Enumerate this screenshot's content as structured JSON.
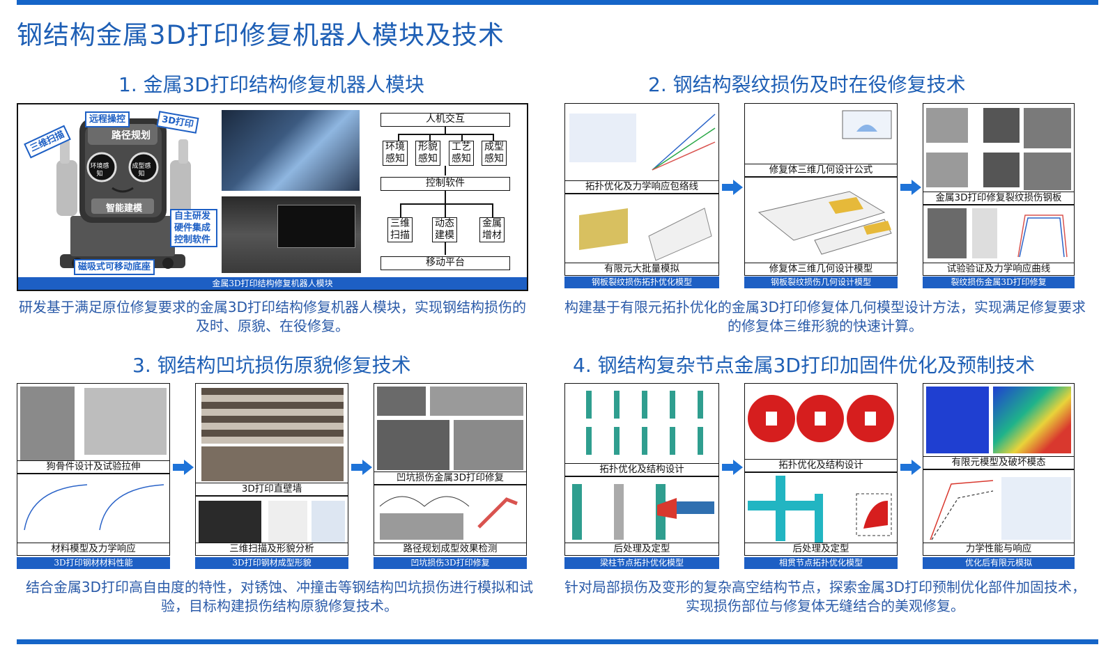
{
  "page": {
    "title": "钢结构金属3D打印修复机器人模块及技术"
  },
  "colors": {
    "accent": "#1e5fb5",
    "caption_bar": "#1d5fc4",
    "arrow": "#1e73d8"
  },
  "sections": [
    {
      "title": "1. 金属3D打印结构修复机器人模块",
      "caption": "金属3D打印结构修复机器人模块",
      "description": "研发基于满足原位修复要求的金属3D打印结构修复机器人模块，实现钢结构损伤的及时、原貌、在役修复。",
      "robot": {
        "tag_remote": "远程操控",
        "tag_3d_print": "3D打印",
        "tag_scan": "三维扫描",
        "path_planning": "路径规划",
        "eye_left": "环境感知",
        "eye_right": "成型感知",
        "smart_modeling": "智能建模",
        "tag_software": "自主研发硬件集成控制软件",
        "tag_base": "磁吸式可移动底座"
      },
      "flow": {
        "top": "人机交互",
        "sensing": [
          "环境感知",
          "形貌感知",
          "工艺感知",
          "成型感知"
        ],
        "control": "控制软件",
        "modules": [
          "三维扫描",
          "动态建模",
          "金属增材"
        ],
        "bottom": "移动平台"
      }
    },
    {
      "title": "2. 钢结构裂纹损伤及时在役修复技术",
      "description": "构建基于有限元拓扑优化的金属3D打印修复体几何模型设计方法，实现满足修复要求的修复体三维形貌的快速计算。",
      "columns": [
        {
          "top_label": "拓扑优化及力学响应包络线",
          "bottom_label": "有限元大批量模拟",
          "caption": "钢板裂纹损伤拓扑优化模型"
        },
        {
          "top_label": "修复体三维几何设计公式",
          "bottom_label": "修复体三维几何设计模型",
          "caption": "钢板裂纹损伤几何设计模型"
        },
        {
          "top_label": "金属3D打印修复裂纹损伤钢板",
          "bottom_label": "试验验证及力学响应曲线",
          "caption": "裂纹损伤金属3D打印修复"
        }
      ]
    },
    {
      "title": "3. 钢结构凹坑损伤原貌修复技术",
      "description": "结合金属3D打印高自由度的特性，对锈蚀、冲撞击等钢结构凹坑损伤进行模拟和试验，目标构建损伤结构原貌修复技术。",
      "columns": [
        {
          "top_label": "狗骨件设计及试验拉伸",
          "bottom_label": "材料模型及力学响应",
          "caption": "3D打印钢材材料性能"
        },
        {
          "top_label": "3D打印直壁墙",
          "bottom_label": "三维扫描及形貌分析",
          "caption": "3D打印钢材成型形貌"
        },
        {
          "top_label": "凹坑损伤金属3D打印修复",
          "bottom_label": "路径规划成型效果检测",
          "caption": "凹坑损伤3D打印修复"
        }
      ]
    },
    {
      "title": "4. 钢结构复杂节点金属3D打印加固件优化及预制技术",
      "description": "针对局部损伤及变形的复杂高空结构节点，探索金属3D打印预制优化部件加固技术，实现损伤部位与修复体无缝结合的美观修复。",
      "columns": [
        {
          "top_label": "拓扑优化及结构设计",
          "bottom_label": "后处理及定型",
          "caption": "梁柱节点拓扑优化模型"
        },
        {
          "top_label": "拓扑优化及结构设计",
          "bottom_label": "后处理及定型",
          "caption": "相贯节点拓扑优化模型"
        },
        {
          "top_label": "有限元模型及破坏模态",
          "bottom_label": "力学性能与响应",
          "caption": "优化后有限元模拟"
        }
      ]
    }
  ]
}
